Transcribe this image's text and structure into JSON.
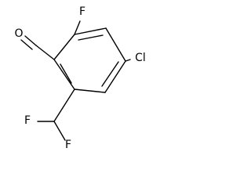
{
  "molecule": {
    "atoms": {
      "aldehyde_oxygen": "O",
      "ring_fluorine": "F",
      "chlorine": "Cl",
      "difluoromethyl_fluorine_1": "F",
      "difluoromethyl_fluorine_2": "F"
    }
  },
  "colors": {
    "bond": "#000000",
    "label": "#000000",
    "background": "#ffffff"
  }
}
